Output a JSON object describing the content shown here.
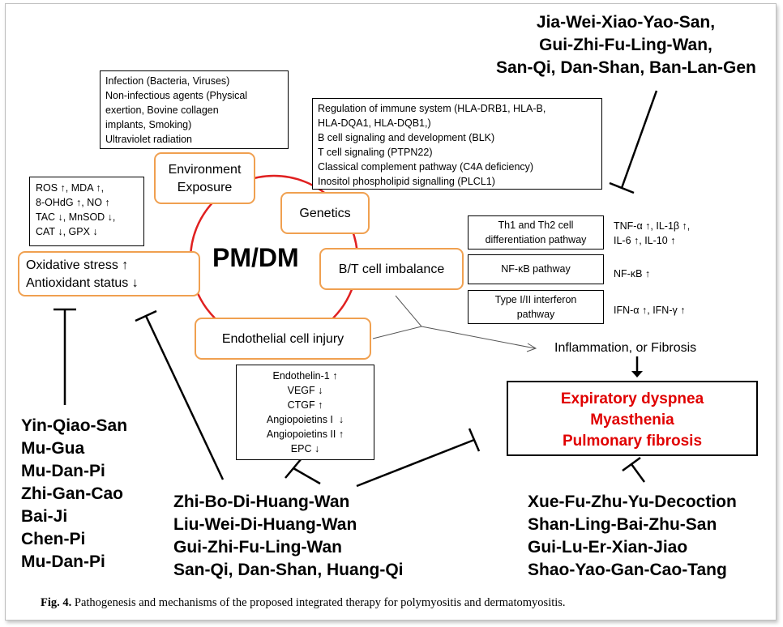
{
  "title": "PM/DM",
  "herbs_top": [
    "Jia-Wei-Xiao-Yao-San,",
    "Gui-Zhi-Fu-Ling-Wan,",
    "San-Qi, Dan-Shan, Ban-Lan-Gen"
  ],
  "environment_box": [
    "Infection (Bacteria, Viruses)",
    "Non-infectious agents (Physical",
    "exertion, Bovine collagen",
    "implants, Smoking)",
    "Ultraviolet radiation"
  ],
  "genetics_box": [
    "Regulation of immune system (HLA-DRB1, HLA-B,",
    "HLA-DQA1, HLA-DQB1,)",
    "B cell signaling and development (BLK)",
    "T cell signaling (PTPN22)",
    "Classical complement pathway (C4A deficiency)",
    "Inositol phospholipid signalling (PLCL1)"
  ],
  "oxidative_box": [
    "ROS ↑, MDA ↑,",
    "8-OHdG ↑, NO ↑",
    "TAC ↓, MnSOD ↓,",
    "CAT ↓, GPX ↓"
  ],
  "nodes": {
    "environment": [
      "Environment",
      "Exposure"
    ],
    "genetics": "Genetics",
    "bt_cell": "B/T cell imbalance",
    "oxidative": [
      "Oxidative stress ↑",
      "Antioxidant status ↓"
    ],
    "endothelial": "Endothelial cell injury"
  },
  "pathways": [
    {
      "name": [
        "Th1 and Th2 cell",
        "differentiation pathway"
      ],
      "markers": [
        "TNF-α ↑, IL-1β ↑,",
        "IL-6 ↑, IL-10 ↑"
      ]
    },
    {
      "name": [
        "NF-κB pathway"
      ],
      "markers": [
        "NF-κB ↑"
      ]
    },
    {
      "name": [
        "Type I/II interferon",
        "pathway"
      ],
      "markers": [
        "IFN-α ↑, IFN-γ ↑"
      ]
    }
  ],
  "inflammation": "Inflammation, or Fibrosis",
  "outcomes": [
    "Expiratory dyspnea",
    "Myasthenia",
    "Pulmonary fibrosis"
  ],
  "endothelin_box": [
    "Endothelin-1 ↑",
    "VEGF ↓",
    "CTGF ↑",
    "Angiopoietins I  ↓",
    "Angiopoietins II ↑",
    "EPC ↓"
  ],
  "herbs_left": [
    "Yin-Qiao-San",
    "Mu-Gua",
    "Mu-Dan-Pi",
    "Zhi-Gan-Cao",
    "Bai-Ji",
    "Chen-Pi",
    "Mu-Dan-Pi"
  ],
  "herbs_bottom_mid": [
    "Zhi-Bo-Di-Huang-Wan",
    "Liu-Wei-Di-Huang-Wan",
    "Gui-Zhi-Fu-Ling-Wan",
    "San-Qi, Dan-Shan, Huang-Qi"
  ],
  "herbs_bottom_right": [
    "Xue-Fu-Zhu-Yu-Decoction",
    "Shan-Ling-Bai-Zhu-San",
    "Gui-Lu-Er-Xian-Jiao",
    "Shao-Yao-Gan-Cao-Tang"
  ],
  "caption": {
    "label": "Fig. 4.",
    "text": " Pathogenesis and mechanisms of the proposed integrated therapy for polymyositis and dermatomyositis."
  },
  "colors": {
    "circle": "#e02020",
    "node_border": "#f0a050",
    "outcome_text": "#e00000"
  }
}
